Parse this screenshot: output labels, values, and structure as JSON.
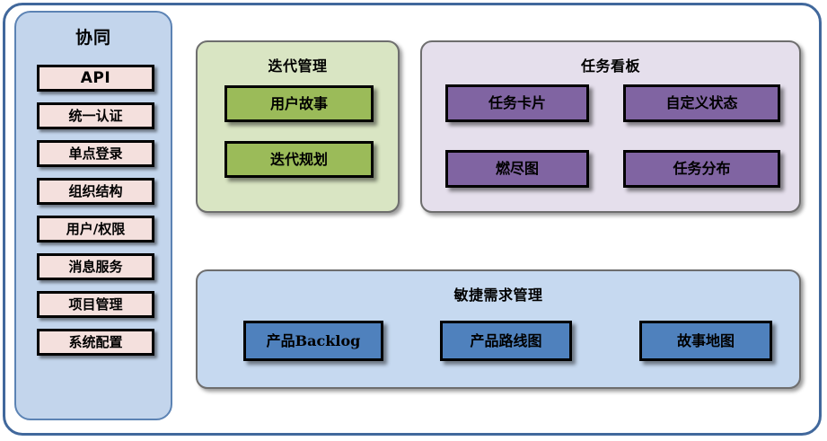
{
  "diagram": {
    "title_color": "#000000",
    "frame_border_color": "#41689c"
  },
  "sidebar": {
    "title": "协同",
    "background": "#c3d5ec",
    "item_background": "#f4e0dd",
    "items": [
      {
        "label": "API"
      },
      {
        "label": "统一认证"
      },
      {
        "label": "单点登录"
      },
      {
        "label": "组织结构"
      },
      {
        "label": "用户/权限"
      },
      {
        "label": "消息服务"
      },
      {
        "label": "项目管理"
      },
      {
        "label": "系统配置"
      }
    ]
  },
  "panels": [
    {
      "id": "iteration",
      "title": "迭代管理",
      "background": "#d9e5c3",
      "node_color": "#9bbb59",
      "nodes": [
        {
          "label": "用户故事"
        },
        {
          "label": "迭代规划"
        }
      ]
    },
    {
      "id": "taskboard",
      "title": "任务看板",
      "background": "#e5dfec",
      "node_color": "#8064a2",
      "nodes": [
        {
          "label": "任务卡片"
        },
        {
          "label": "自定义状态"
        },
        {
          "label": "燃尽图"
        },
        {
          "label": "任务分布"
        }
      ]
    },
    {
      "id": "backlog",
      "title": "敏捷需求管理",
      "background": "#c6d9f0",
      "node_color": "#4f81bd",
      "nodes": [
        {
          "label": "产品Backlog"
        },
        {
          "label": "产品路线图"
        },
        {
          "label": "故事地图"
        }
      ]
    }
  ]
}
